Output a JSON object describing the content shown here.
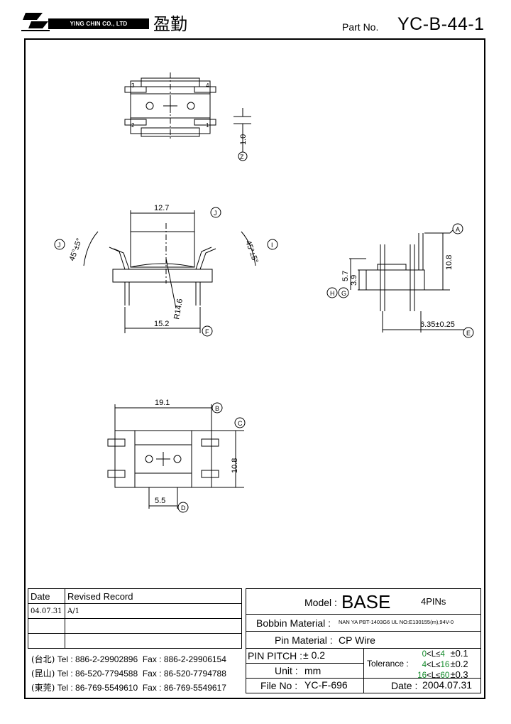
{
  "header": {
    "company_en": "YING CHIN CO., LTD",
    "company_cn": "盈勤",
    "part_label": "Part No.",
    "part_no": "YC-B-44-1"
  },
  "drawing": {
    "top_view": {
      "dim_thickness": "1.0",
      "ref": "Z"
    },
    "front_view": {
      "width_top": "12.7",
      "ref_width_top": "J",
      "angle_left": "45°±5°",
      "ref_angle_left": "J",
      "angle_right": "45°±5°",
      "ref_angle_right": "I",
      "radius": "R14.6",
      "pin_span": "15.2",
      "ref_pin_span": "F"
    },
    "side_view": {
      "height_total": "10.8",
      "ref_height_total": "A",
      "height_57": "5.7",
      "height_39": "3.9",
      "ref_h": "H",
      "ref_g": "G",
      "pin_offset": "6.35±0.25",
      "ref_pin_offset": "E"
    },
    "bottom_view": {
      "width": "19.1",
      "ref_width": "B",
      "depth": "10.8",
      "ref_depth": "C",
      "pitch": "5.5",
      "ref_pitch": "D"
    },
    "pin_numbers": [
      "1",
      "2",
      "3",
      "4"
    ]
  },
  "revision": {
    "col_date": "Date",
    "col_record": "Revised Record",
    "rows": [
      {
        "date": "04.07.31",
        "record": "A/1"
      },
      {
        "date": "",
        "record": ""
      },
      {
        "date": "",
        "record": ""
      }
    ]
  },
  "contacts": [
    {
      "region": "(台北)",
      "tel": "Tel : 886-2-29902896",
      "fax": "Fax : 886-2-29906154"
    },
    {
      "region": "(昆山)",
      "tel": "Tel : 86-520-7794588",
      "fax": "Fax : 86-520-7794788"
    },
    {
      "region": "(東莞)",
      "tel": "Tel : 86-769-5549610",
      "fax": "Fax : 86-769-5549617"
    }
  ],
  "spec": {
    "model_label": "Model :",
    "model_value": "BASE",
    "pins": "4PINs",
    "bobbin_label": "Bobbin  Material :",
    "bobbin_value": "NAN YA PBT-1403G6 UL NO:E130155(m),94V-0",
    "pin_material_label": "Pin  Material :",
    "pin_material_value": "CP Wire",
    "pitch_label": "PIN  PITCH :",
    "pitch_value": "± 0.2",
    "unit_label": "Unit :",
    "unit_value": "mm",
    "file_label": "File  No :",
    "file_value": "YC-F-696",
    "date_label": "Date :",
    "date_value": "2004.07.31",
    "tolerance_label": "Tolerance :",
    "tolerance_rows": [
      {
        "range_a": "0",
        "range_b": "4",
        "tol": "±0.1"
      },
      {
        "range_a": "4",
        "range_b": "16",
        "tol": "±0.2"
      },
      {
        "range_a": "16",
        "range_b": "60",
        "tol": "±0.3"
      }
    ]
  },
  "colors": {
    "highlight": "#138a2a"
  }
}
